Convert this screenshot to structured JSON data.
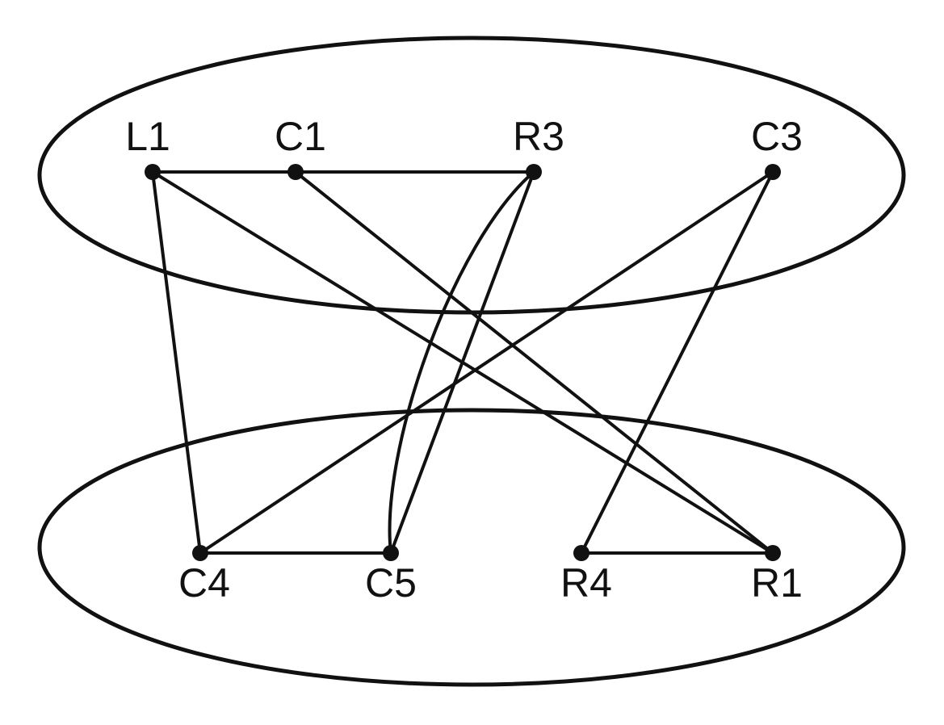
{
  "colors": {
    "stroke": "#111111",
    "node": "#111111",
    "label": "#111111",
    "background": "#ffffff"
  },
  "nodes": [
    {
      "id": "L1",
      "label": "L1"
    },
    {
      "id": "C1",
      "label": "C1"
    },
    {
      "id": "R3",
      "label": "R3"
    },
    {
      "id": "C3",
      "label": "C3"
    },
    {
      "id": "C4",
      "label": "C4"
    },
    {
      "id": "C5",
      "label": "C5"
    },
    {
      "id": "R4",
      "label": "R4"
    },
    {
      "id": "R1",
      "label": "R1"
    }
  ],
  "groups": [
    {
      "id": "top-group",
      "members": [
        "L1",
        "C1",
        "R3",
        "C3"
      ]
    },
    {
      "id": "bottom-group",
      "members": [
        "C4",
        "C5",
        "R4",
        "R1"
      ]
    }
  ],
  "edges": [
    {
      "from": "L1",
      "to": "C1"
    },
    {
      "from": "C1",
      "to": "R3"
    },
    {
      "from": "L1",
      "to": "C4"
    },
    {
      "from": "L1",
      "to": "R1"
    },
    {
      "from": "C1",
      "to": "R1"
    },
    {
      "from": "R3",
      "to": "C5"
    },
    {
      "from": "R3",
      "to": "C5"
    },
    {
      "from": "C3",
      "to": "C4"
    },
    {
      "from": "C3",
      "to": "R4"
    },
    {
      "from": "C4",
      "to": "C5"
    },
    {
      "from": "R4",
      "to": "R1"
    }
  ]
}
